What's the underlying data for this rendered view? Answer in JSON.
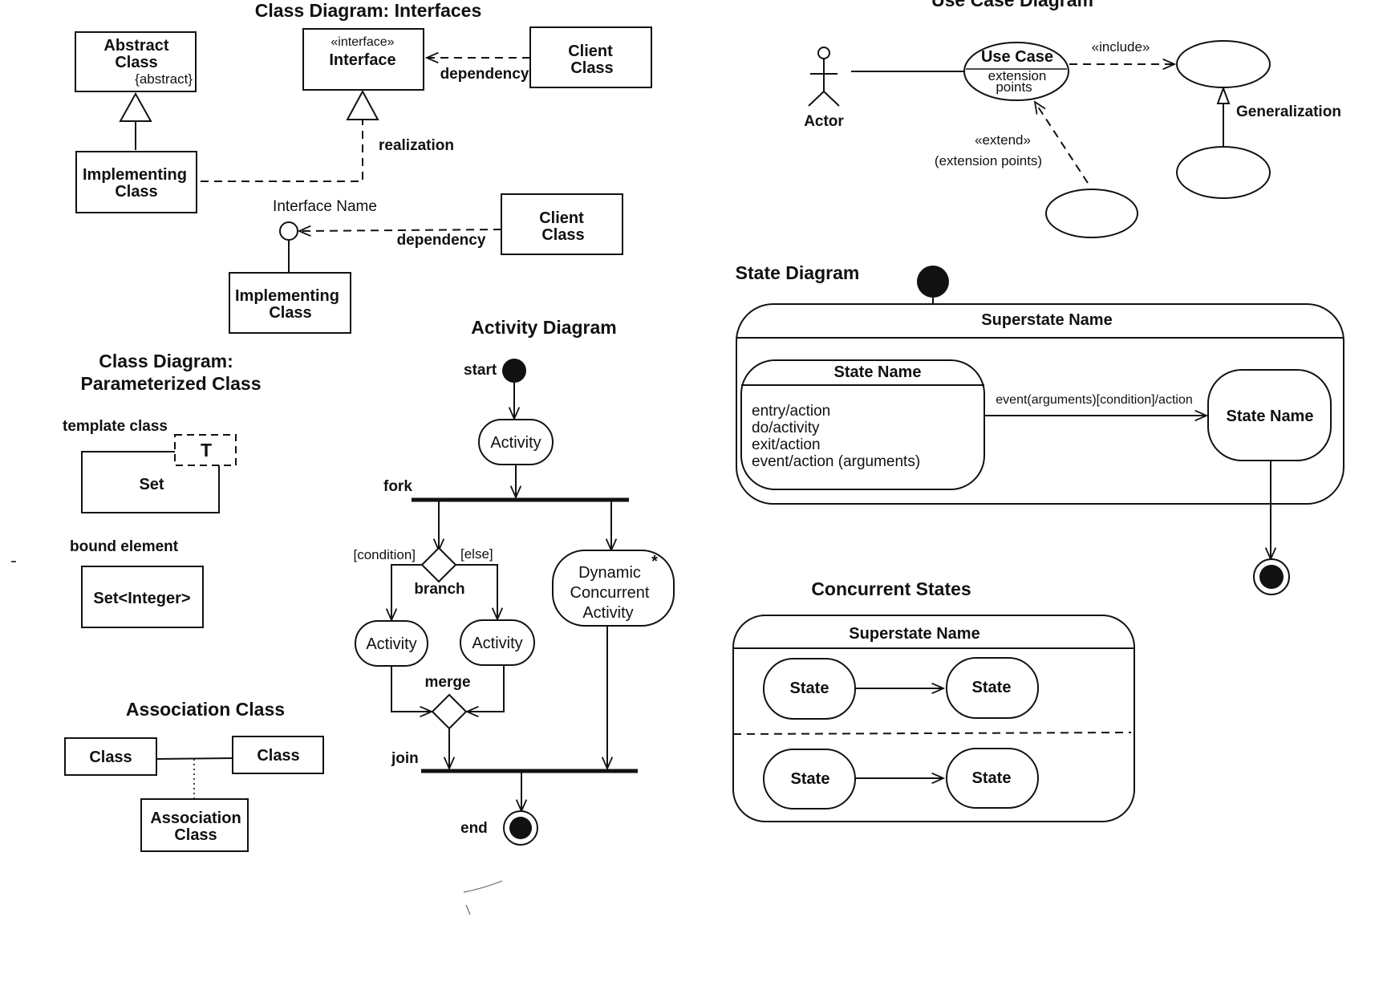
{
  "interfaces": {
    "title": "Class Diagram: Interfaces",
    "abstract_class": [
      "Abstract",
      "Class"
    ],
    "abstract_tag": "{abstract}",
    "interface_stereo": "«interface»",
    "interface_name": "Interface",
    "client_class": [
      "Client",
      "Class"
    ],
    "dependency": "dependency",
    "realization": "realization",
    "implementing_class": [
      "Implementing",
      "Class"
    ],
    "interface_name_label": "Interface Name",
    "client_class_2": [
      "Client",
      "Class"
    ],
    "dependency_2": "dependency",
    "implementing_class_2": [
      "Implementing",
      "Class"
    ]
  },
  "parameterized": {
    "title": [
      "Class Diagram:",
      "Parameterized Class"
    ],
    "template_class": "template class",
    "template_param": "T",
    "set": "Set",
    "bound_element": "bound element",
    "set_integer": "Set<Integer>"
  },
  "association": {
    "title": "Association Class",
    "class_left": "Class",
    "class_right": "Class",
    "association_class": [
      "Association",
      "Class"
    ]
  },
  "activity": {
    "title": "Activity Diagram",
    "start": "start",
    "activity_top": "Activity",
    "fork": "fork",
    "condition": "[condition]",
    "else": "[else]",
    "branch": "branch",
    "activity_left": "Activity",
    "activity_right": "Activity",
    "dynamic": [
      "Dynamic",
      "Concurrent",
      "Activity"
    ],
    "dynamic_mark": "*",
    "merge": "merge",
    "join": "join",
    "end": "end"
  },
  "usecase": {
    "title": "Use Case Diagram",
    "actor": "Actor",
    "use_case": "Use Case",
    "extension_points": [
      "extension",
      "points"
    ],
    "include": "«include»",
    "generalization": "Generalization",
    "extend": "«extend»",
    "extension_points_label": "(extension points)"
  },
  "state": {
    "title": "State Diagram",
    "superstate": "Superstate Name",
    "state_name": "State Name",
    "internal": [
      "entry/action",
      "do/activity",
      "exit/action",
      "event/action (arguments)"
    ],
    "transition": "event(arguments)[condition]/action",
    "state_name_right": "State Name"
  },
  "concurrent": {
    "title": "Concurrent States",
    "superstate": "Superstate Name",
    "states": [
      "State",
      "State",
      "State",
      "State"
    ]
  }
}
